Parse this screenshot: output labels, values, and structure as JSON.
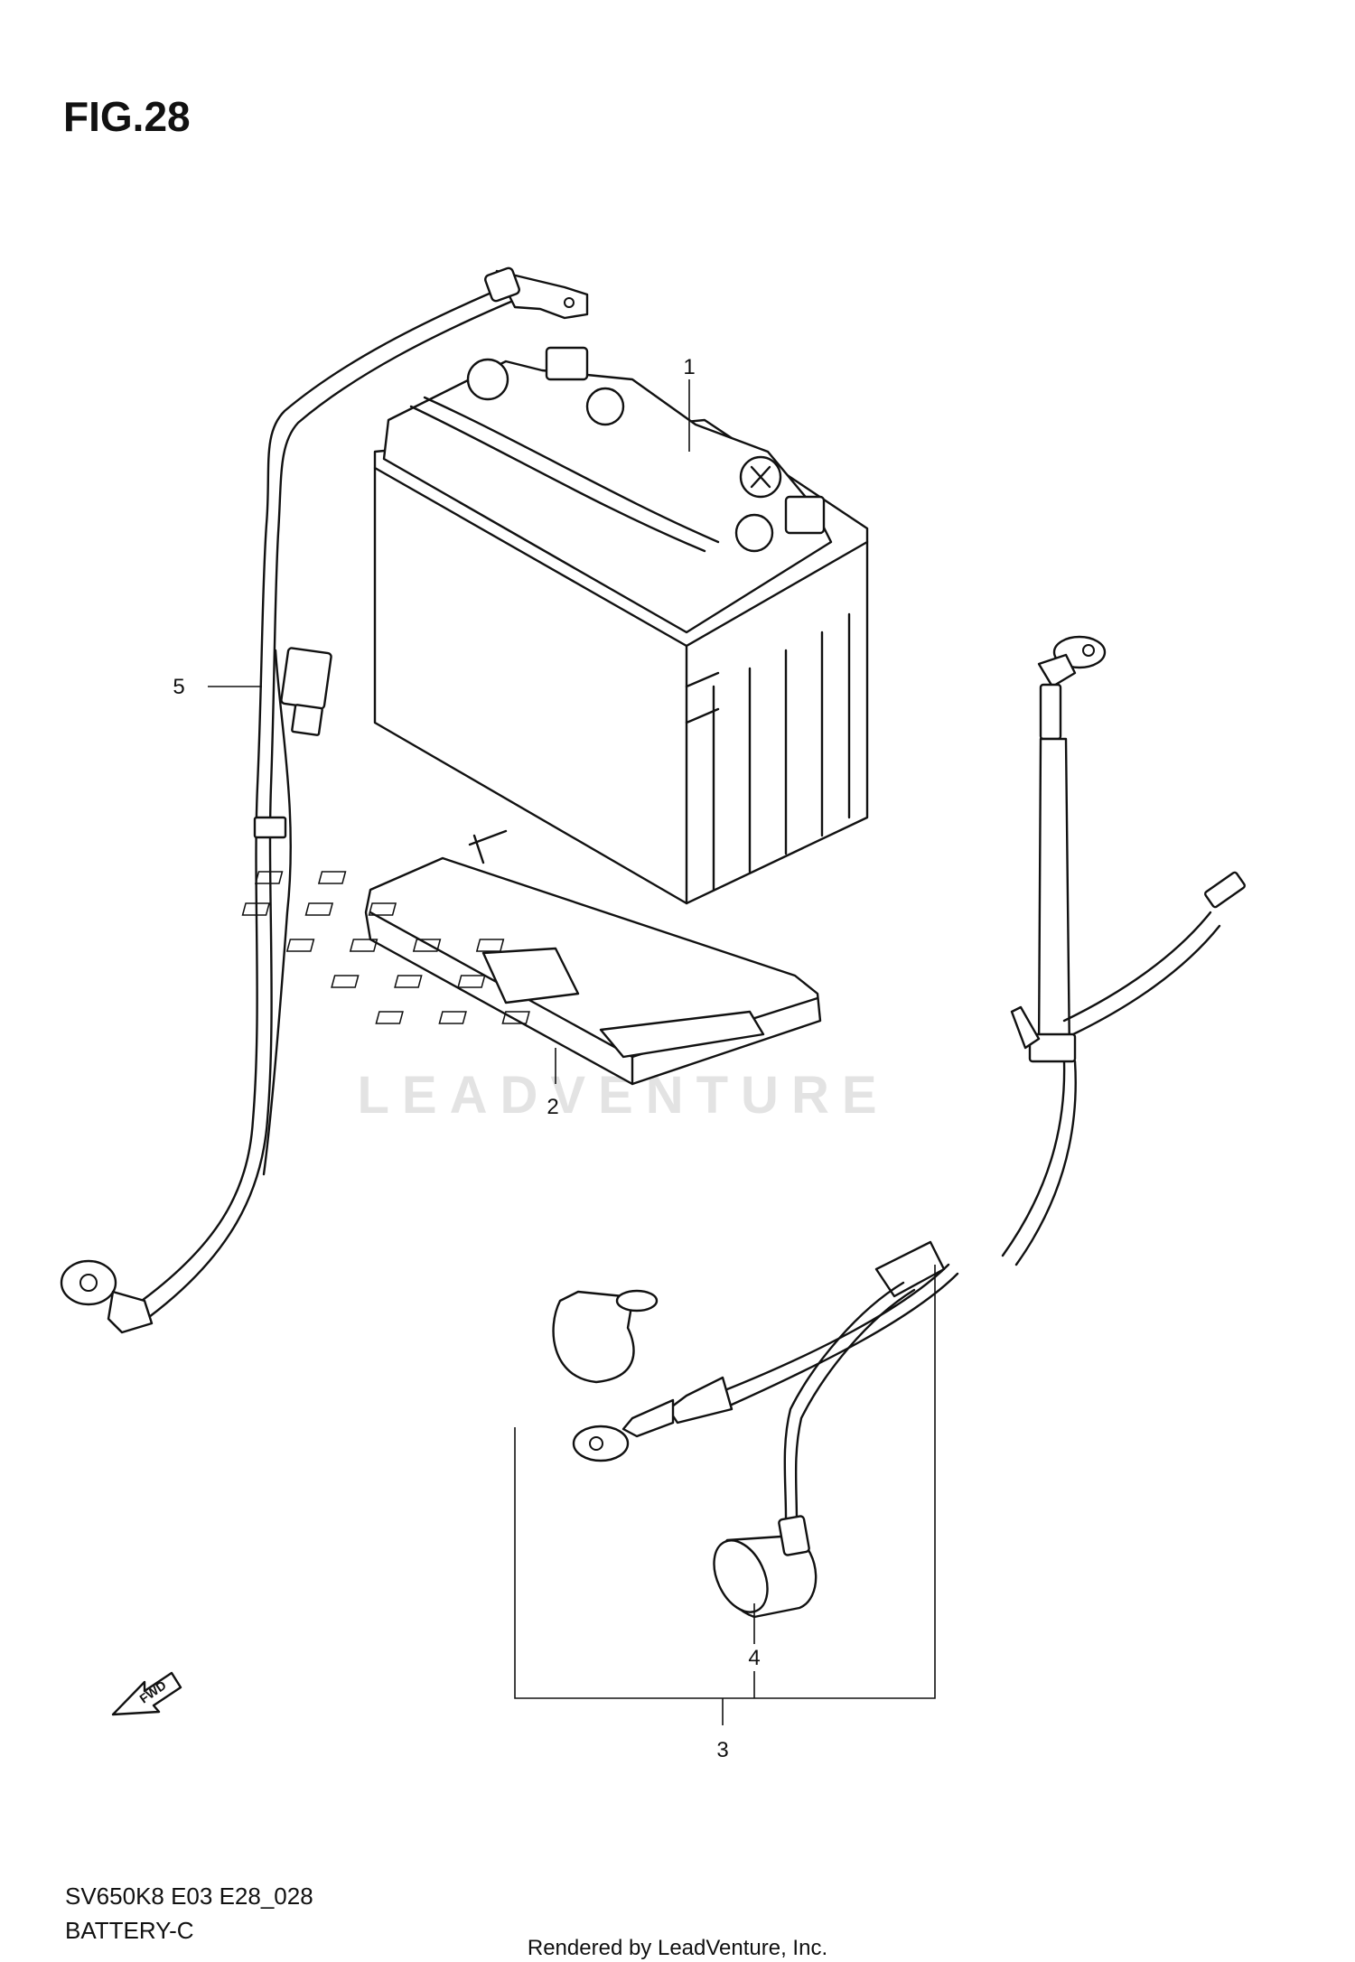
{
  "figure": {
    "title": "FIG.28",
    "code": "SV650K8 E03 E28_028",
    "name": "BATTERY-C",
    "credit": "Rendered by LeadVenture, Inc.",
    "watermark": "LEADVENTURE",
    "fwd_marker": "FWD"
  },
  "callouts": [
    {
      "number": "1",
      "part": "battery"
    },
    {
      "number": "2",
      "part": "battery-tray"
    },
    {
      "number": "3",
      "part": "starter-cable-assembly"
    },
    {
      "number": "4",
      "part": "terminal-cap"
    },
    {
      "number": "5",
      "part": "negative-lead-wire"
    }
  ],
  "colors": {
    "line": "#111111",
    "background": "#ffffff",
    "watermark": "#e3e3e3"
  }
}
